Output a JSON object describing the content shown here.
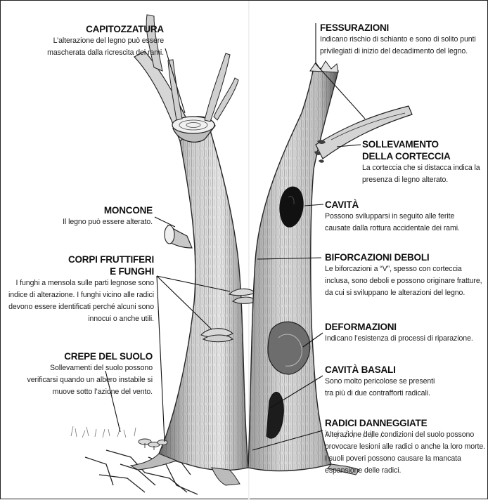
{
  "annotations": {
    "capitozzatura": {
      "title": "CAPITOZZATURA",
      "desc": "L’alterazione del legno può essere mascherata dalla ricrescita dei rami."
    },
    "moncone": {
      "title": "MONCONE",
      "desc": "Il legno può essere alterato."
    },
    "corpi_fruttiferi": {
      "title_line1": "CORPI FRUTTIFERI",
      "title_line2": "E FUNGHI",
      "desc": "I funghi a mensola sulle parti legnose sono indice di alterazione. I funghi vicino alle radici devono essere identificati perché alcuni sono innocui o anche utili."
    },
    "crepe": {
      "title": "CREPE DEL SUOLO",
      "desc": "Sollevamenti del suolo possono verificarsi quando un albero instabile si muove sotto l’azione del vento."
    },
    "fessurazioni": {
      "title": "FESSURAZIONI",
      "desc": "Indicano rischio di schianto e sono di solito punti privilegiati di inizio del decadimento del legno."
    },
    "sollevamento": {
      "title_line1": "SOLLEVAMENTO",
      "title_line2": "DELLA CORTECCIA",
      "desc": "La corteccia che si distacca indica la presenza di legno alterato."
    },
    "cavita": {
      "title": "CAVITÀ",
      "desc": "Possono svilupparsi in seguito alle ferite causate dalla rottura accidentale dei rami."
    },
    "biforcazioni": {
      "title": "BIFORCAZIONI DEBOLI",
      "desc": "Le biforcazioni a “V”, spesso con corteccia inclusa, sono deboli e possono originare fratture, da cui si sviluppano le alterazioni del legno."
    },
    "deformazioni": {
      "title": "DEFORMAZIONI",
      "desc": "Indicano l’esistenza di processi di riparazione."
    },
    "cavita_basali": {
      "title": "CAVITÀ BASALI",
      "desc": "Sono molto pericolose se presenti tra più di due contrafforti radicali."
    },
    "radici": {
      "title": "RADICI DANNEGGIATE",
      "desc": "Alterazione delle condizioni del suolo possono provocare lesioni alle radici o anche la loro morte. I suoli poveri possono causare la mancata espansione delle radici."
    }
  },
  "colors": {
    "ink": "#1a1a1a",
    "bark_light": "#d9d9d9",
    "bark_mid": "#a8a8a8",
    "bark_dark": "#4a4a4a",
    "background": "#ffffff"
  }
}
